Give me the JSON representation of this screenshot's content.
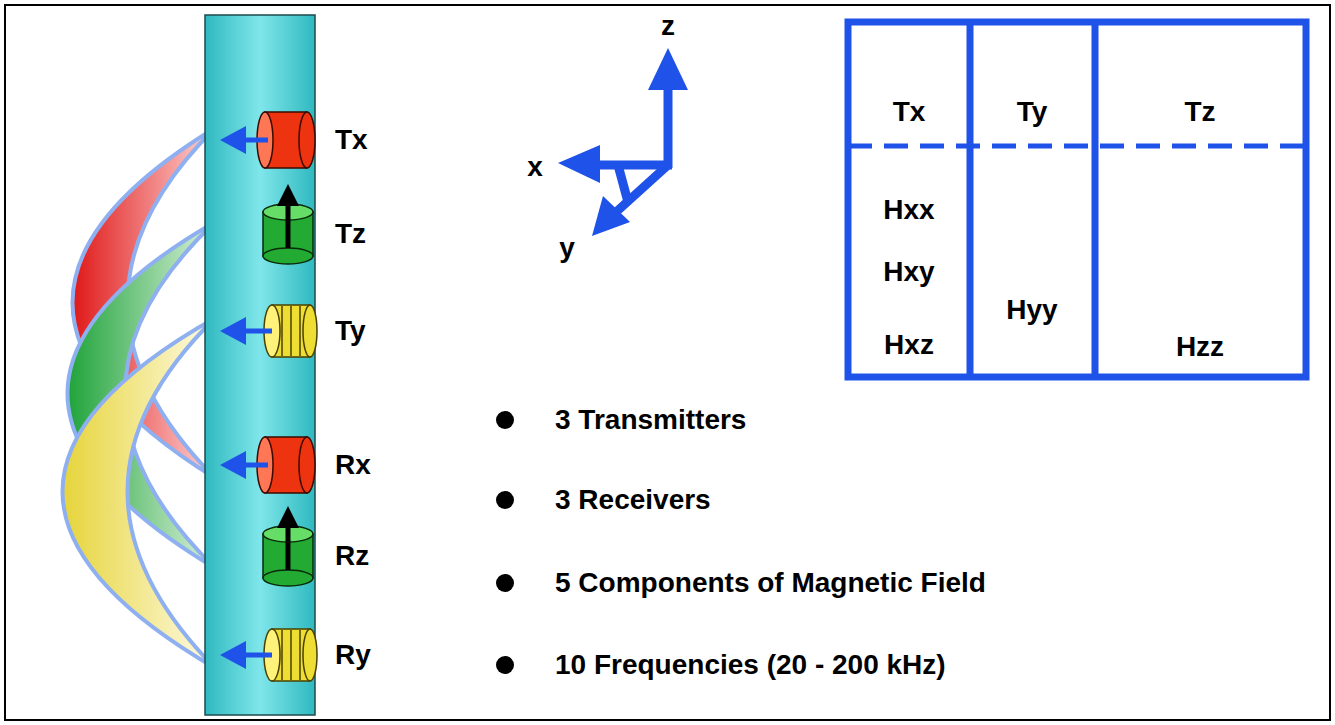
{
  "diagram": {
    "labels": [
      "Tx",
      "Tz",
      "Ty",
      "Rx",
      "Rz",
      "Ry",
      "z",
      "x",
      "y",
      "Tx",
      "Ty",
      "Tz",
      "Hxx",
      "Hxy",
      "Hxz",
      "Hyy",
      "Hzz",
      "3 Transmitters",
      "3 Receivers",
      "5 Components of Magnetic Field",
      "10 Frequencies (20 - 200 kHz)"
    ]
  }
}
